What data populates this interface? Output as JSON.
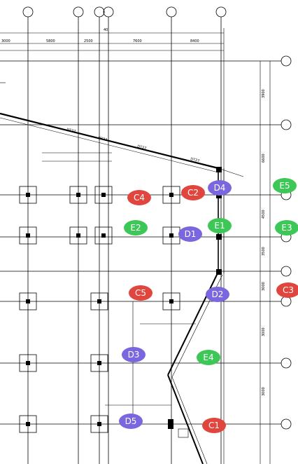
{
  "grid_x_dimensions": [
    "3000",
    "5800",
    "2500",
    "7600",
    "8400"
  ],
  "overall_dimension": "40",
  "beam_labels": [
    "DT27",
    "DT27",
    "DT27",
    "DT27"
  ],
  "right_dimensions": [
    "3900",
    "6600",
    "4500",
    "3500",
    "3000",
    "3000",
    "3000"
  ],
  "annotations": [
    {
      "label": "C4",
      "color": "#e0463e"
    },
    {
      "label": "C2",
      "color": "#e0463e"
    },
    {
      "label": "D4",
      "color": "#7a67e0"
    },
    {
      "label": "E5",
      "color": "#3cc756"
    },
    {
      "label": "E2",
      "color": "#3cc756"
    },
    {
      "label": "D1",
      "color": "#7a67e0"
    },
    {
      "label": "E1",
      "color": "#3cc756"
    },
    {
      "label": "E3",
      "color": "#3cc756"
    },
    {
      "label": "C5",
      "color": "#e0463e"
    },
    {
      "label": "D2",
      "color": "#7a67e0"
    },
    {
      "label": "C3",
      "color": "#e0463e"
    },
    {
      "label": "D3",
      "color": "#7a67e0"
    },
    {
      "label": "E4",
      "color": "#3cc756"
    },
    {
      "label": "D5",
      "color": "#7a67e0"
    },
    {
      "label": "C1",
      "color": "#e0463e"
    }
  ]
}
